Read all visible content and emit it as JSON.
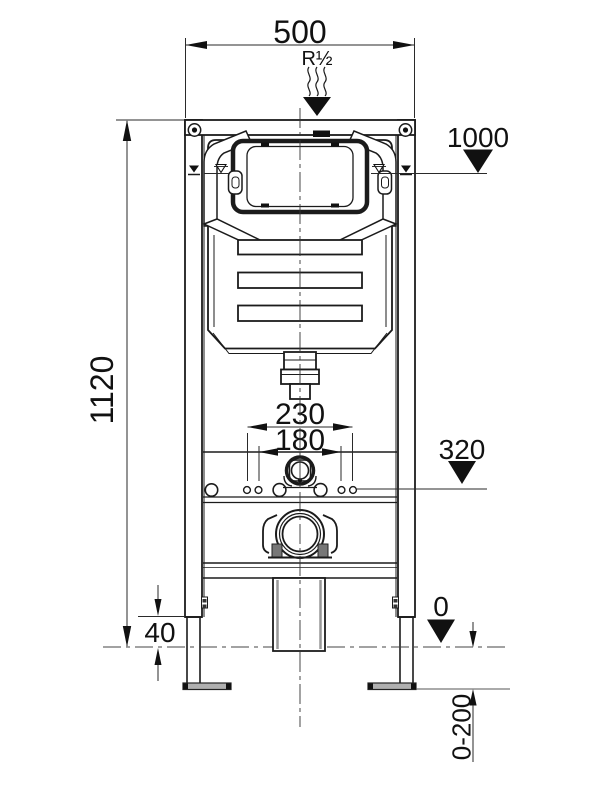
{
  "drawing": {
    "background": "#ffffff",
    "line_color": "#1b1b1b",
    "dimensions": {
      "frame_width": "500",
      "supply_connection": "R½",
      "top_fixing_height": "1000",
      "frame_height": "1120",
      "hole_spacing_outer": "230",
      "hole_spacing_inner": "180",
      "outlet_height": "320",
      "base_height": "40",
      "floor_level": "0",
      "leg_adjustment": "0-200"
    }
  }
}
